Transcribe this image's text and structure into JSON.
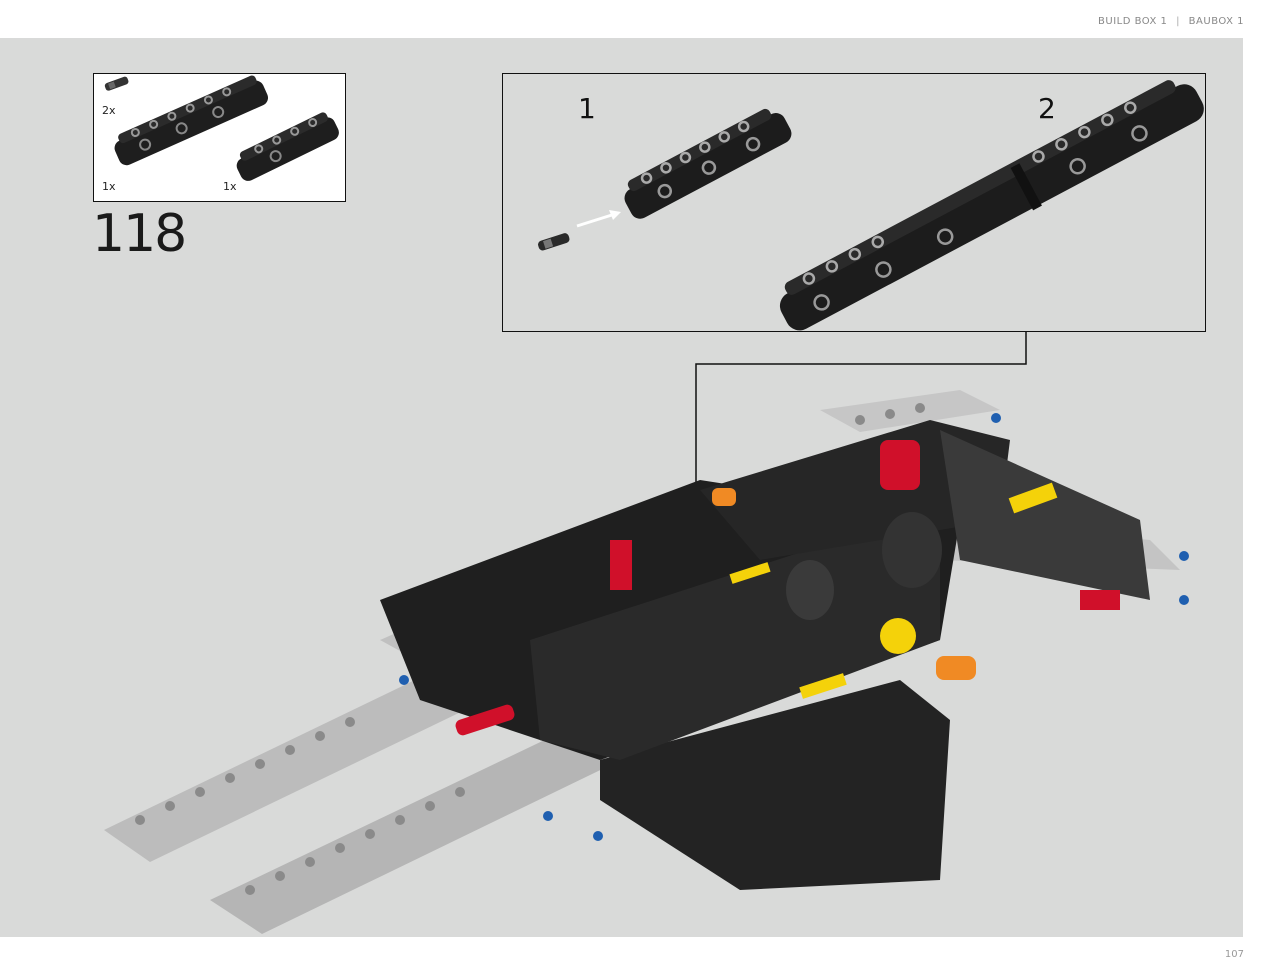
{
  "header": {
    "build_box_en": "BUILD BOX 1",
    "separator": "|",
    "build_box_de": "BAUBOX 1"
  },
  "parts_list": {
    "items": [
      {
        "quantity": "2x",
        "part": "axle-connector-pin"
      },
      {
        "quantity": "1x",
        "part": "black-beam-long"
      },
      {
        "quantity": "1x",
        "part": "black-beam-short"
      }
    ]
  },
  "step": {
    "number": "118"
  },
  "subassembly": {
    "steps": [
      {
        "number": "1"
      },
      {
        "number": "2"
      }
    ]
  },
  "footer": {
    "page_number": "107"
  },
  "colors": {
    "stage_background": "#d9dad9",
    "frame_black": "#1a1a1a",
    "beam_grey": "#b9b9b9",
    "accent_red": "#d0102a",
    "accent_yellow": "#f4d20a",
    "accent_blue": "#1f5fb0",
    "accent_orange": "#f08a24"
  }
}
